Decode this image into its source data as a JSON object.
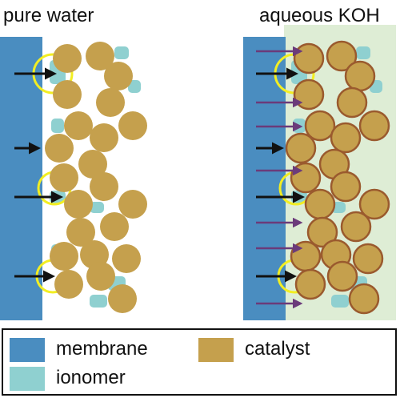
{
  "panels": {
    "left_title": "pure water",
    "right_title": "aqueous KOH"
  },
  "legend": {
    "items": [
      {
        "key": "membrane",
        "label": "membrane",
        "color": "#4a8dc0"
      },
      {
        "key": "catalyst",
        "label": "catalyst",
        "color": "#c5a04d"
      },
      {
        "key": "ionomer",
        "label": "ionomer",
        "color": "#8fd0d0"
      }
    ]
  },
  "colors": {
    "membrane": "#4a8dc0",
    "ionomer": "#8fd0d0",
    "catalyst": "#c5a04d",
    "catalyst_outline": "#9a5a2e",
    "electrolyte_background": "#deedd5",
    "interface_highlight": "#f2ee22",
    "proton_arrow": "#111111",
    "hydroxide_arrow": "#6b3b7a"
  }
}
